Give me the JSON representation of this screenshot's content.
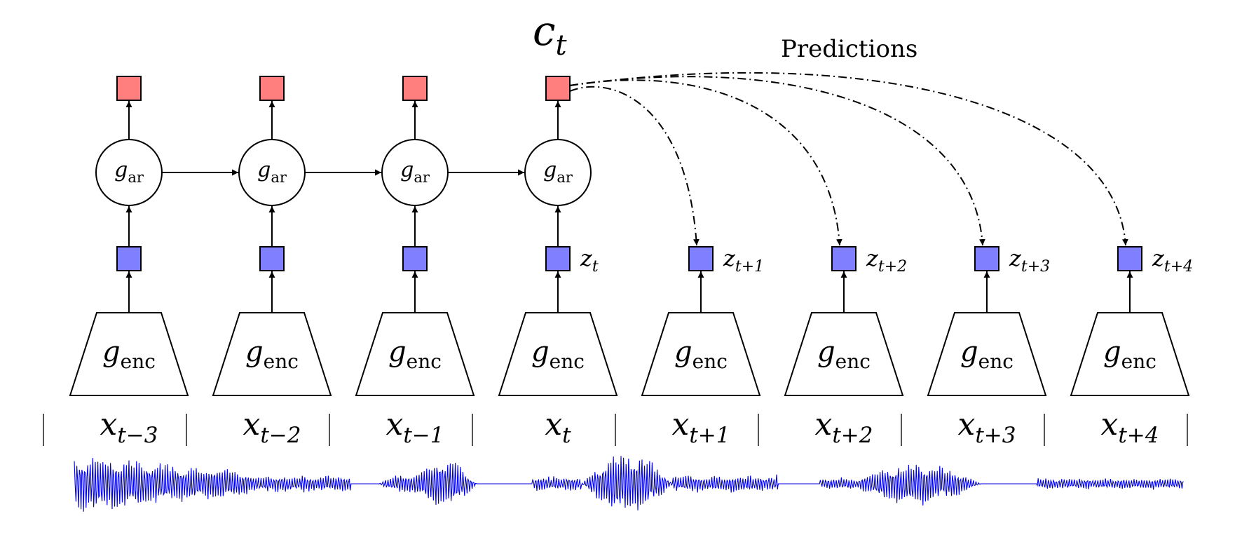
{
  "title": {
    "base": "c",
    "sub": "t"
  },
  "predictions_label": "Predictions",
  "ar_label": {
    "base": "g",
    "sub": "ar"
  },
  "enc_label": {
    "base": "g",
    "sub": "enc"
  },
  "context_nodes": 4,
  "columns": [
    {
      "x": {
        "base": "x",
        "sub": "t−3"
      },
      "z": null
    },
    {
      "x": {
        "base": "x",
        "sub": "t−2"
      },
      "z": null
    },
    {
      "x": {
        "base": "x",
        "sub": "t−1"
      },
      "z": null
    },
    {
      "x": {
        "base": "x",
        "sub": "t"
      },
      "z": {
        "base": "z",
        "sub": "t"
      }
    },
    {
      "x": {
        "base": "x",
        "sub": "t+1"
      },
      "z": {
        "base": "z",
        "sub": "t+1"
      }
    },
    {
      "x": {
        "base": "x",
        "sub": "t+2"
      },
      "z": {
        "base": "z",
        "sub": "t+2"
      }
    },
    {
      "x": {
        "base": "x",
        "sub": "t+3"
      },
      "z": {
        "base": "z",
        "sub": "t+3"
      }
    },
    {
      "x": {
        "base": "x",
        "sub": "t+4"
      },
      "z": {
        "base": "z",
        "sub": "t+4"
      }
    }
  ],
  "colors": {
    "context": "#ff7f7f",
    "latent": "#7f7fff",
    "waveform": "#0000dd",
    "stroke": "#000000"
  }
}
